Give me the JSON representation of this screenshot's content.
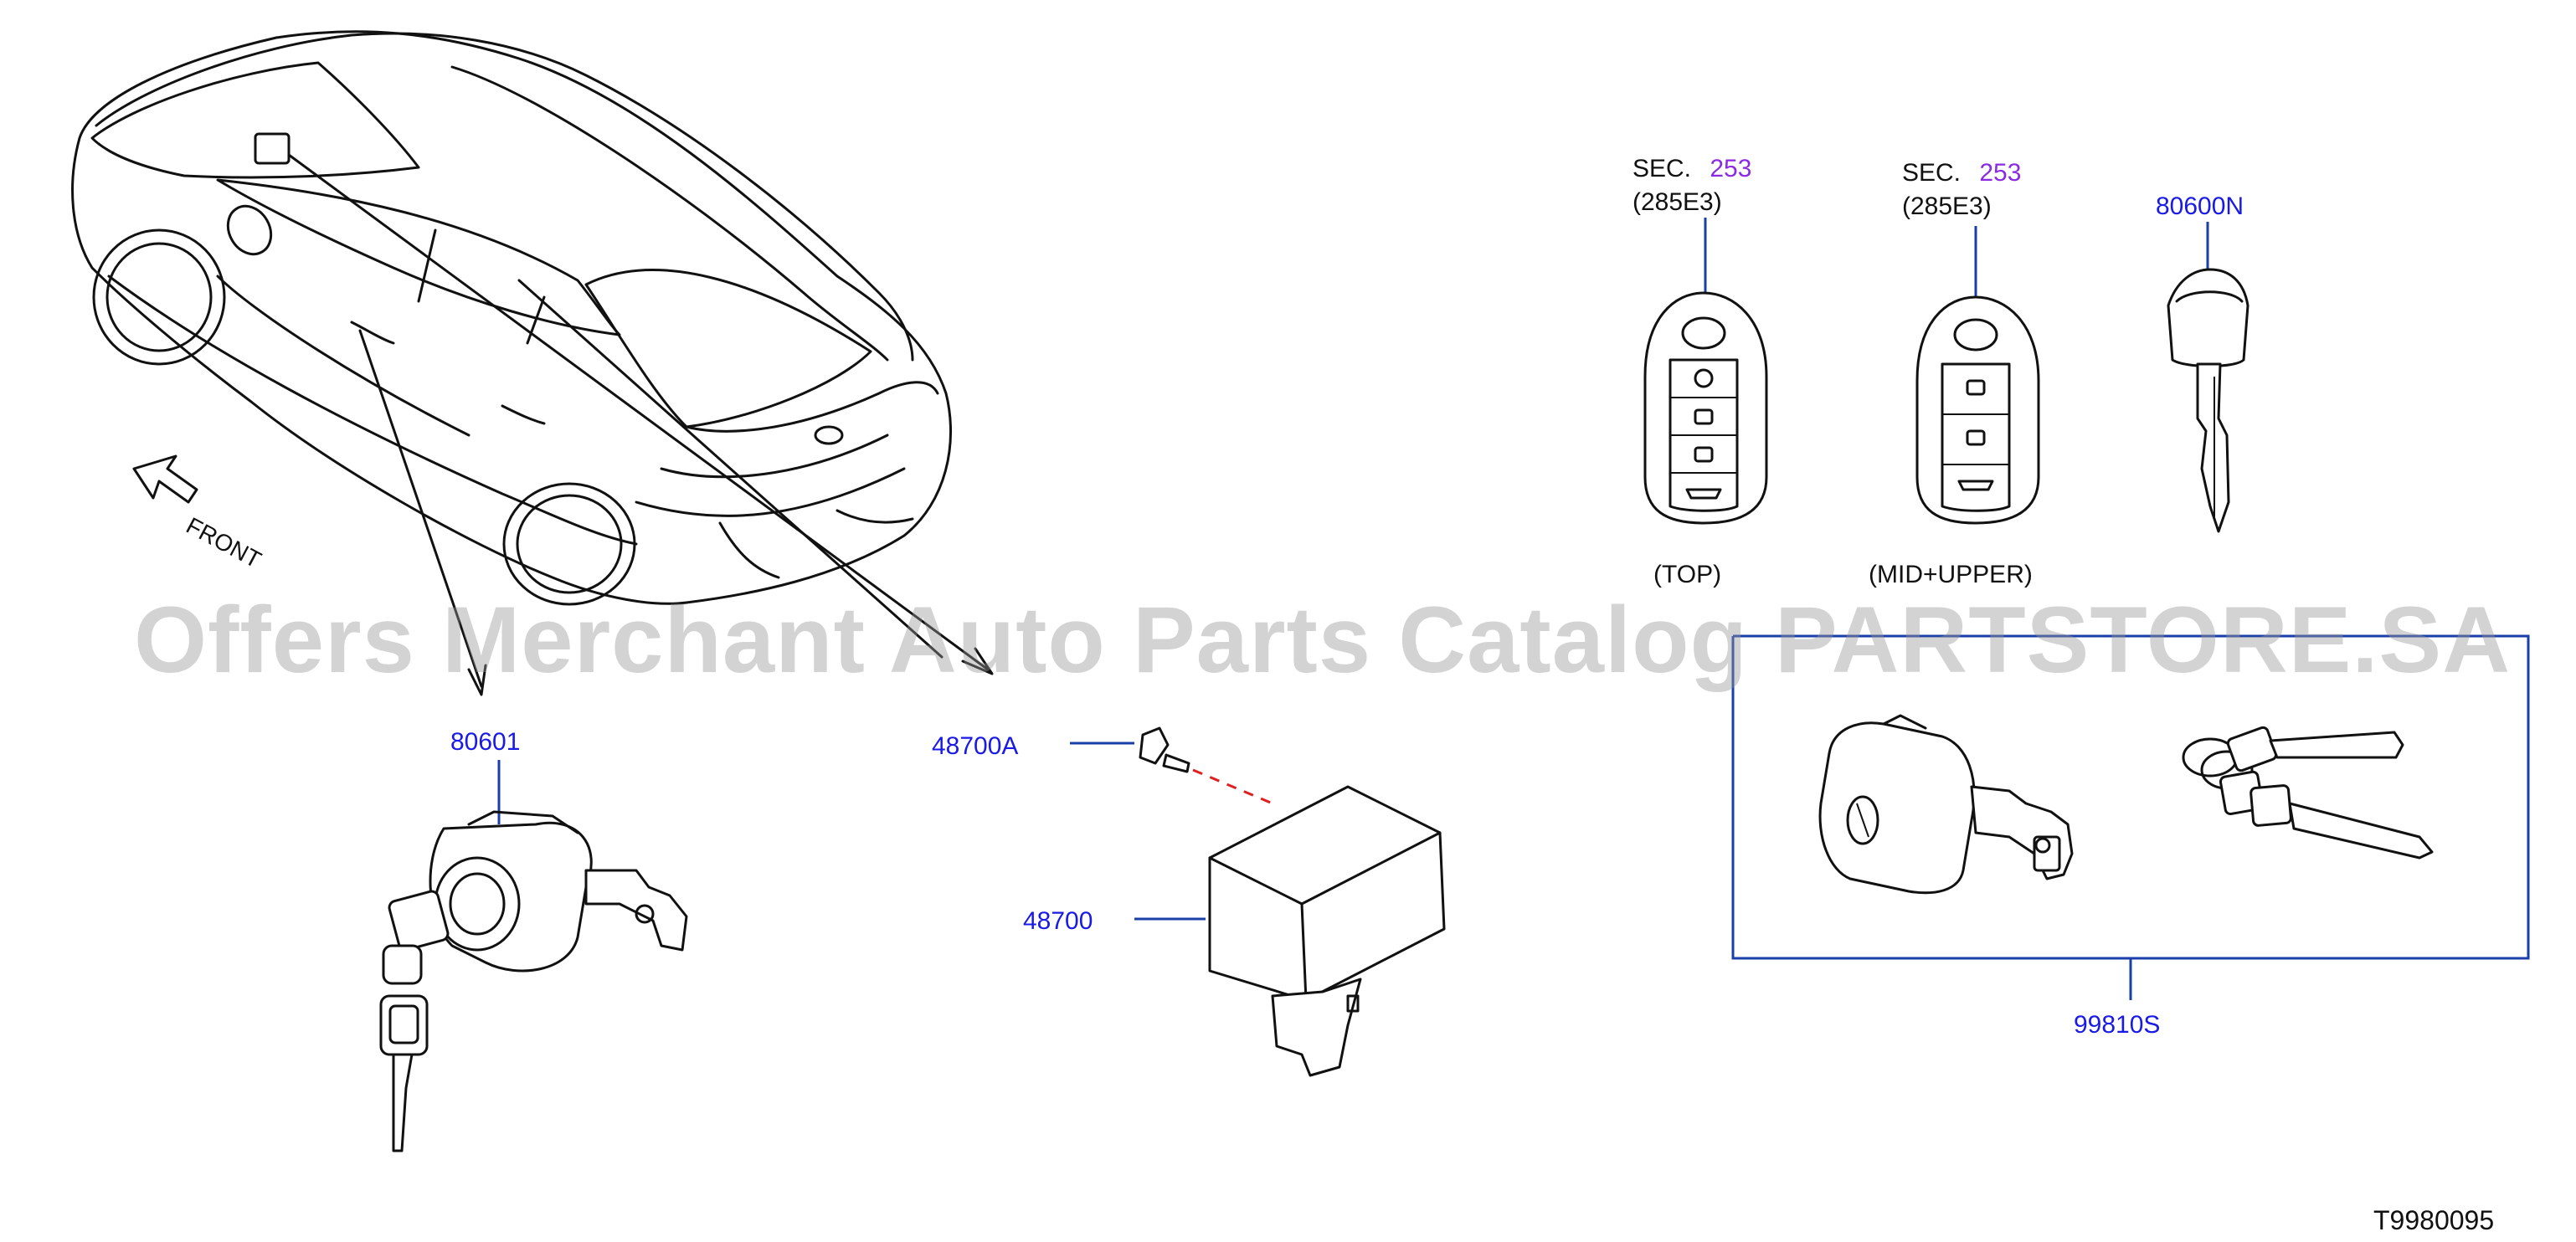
{
  "diagram": {
    "direction_label": "FRONT",
    "watermark": "Offers Merchant Auto Parts Catalog PARTSTORE.SA",
    "drawing_code": "T9980095",
    "sec_refs": [
      {
        "prefix": "SEC.",
        "number": "253",
        "sub": "(285E3)",
        "caption": "(TOP)"
      },
      {
        "prefix": "SEC.",
        "number": "253",
        "sub": "(285E3)",
        "caption": "(MID+UPPER)"
      }
    ],
    "part_labels": {
      "key_blank": "80600N",
      "door_lock_cylinder": "80601",
      "bolt": "48700A",
      "control_unit": "48700",
      "key_set": "99810S"
    }
  }
}
